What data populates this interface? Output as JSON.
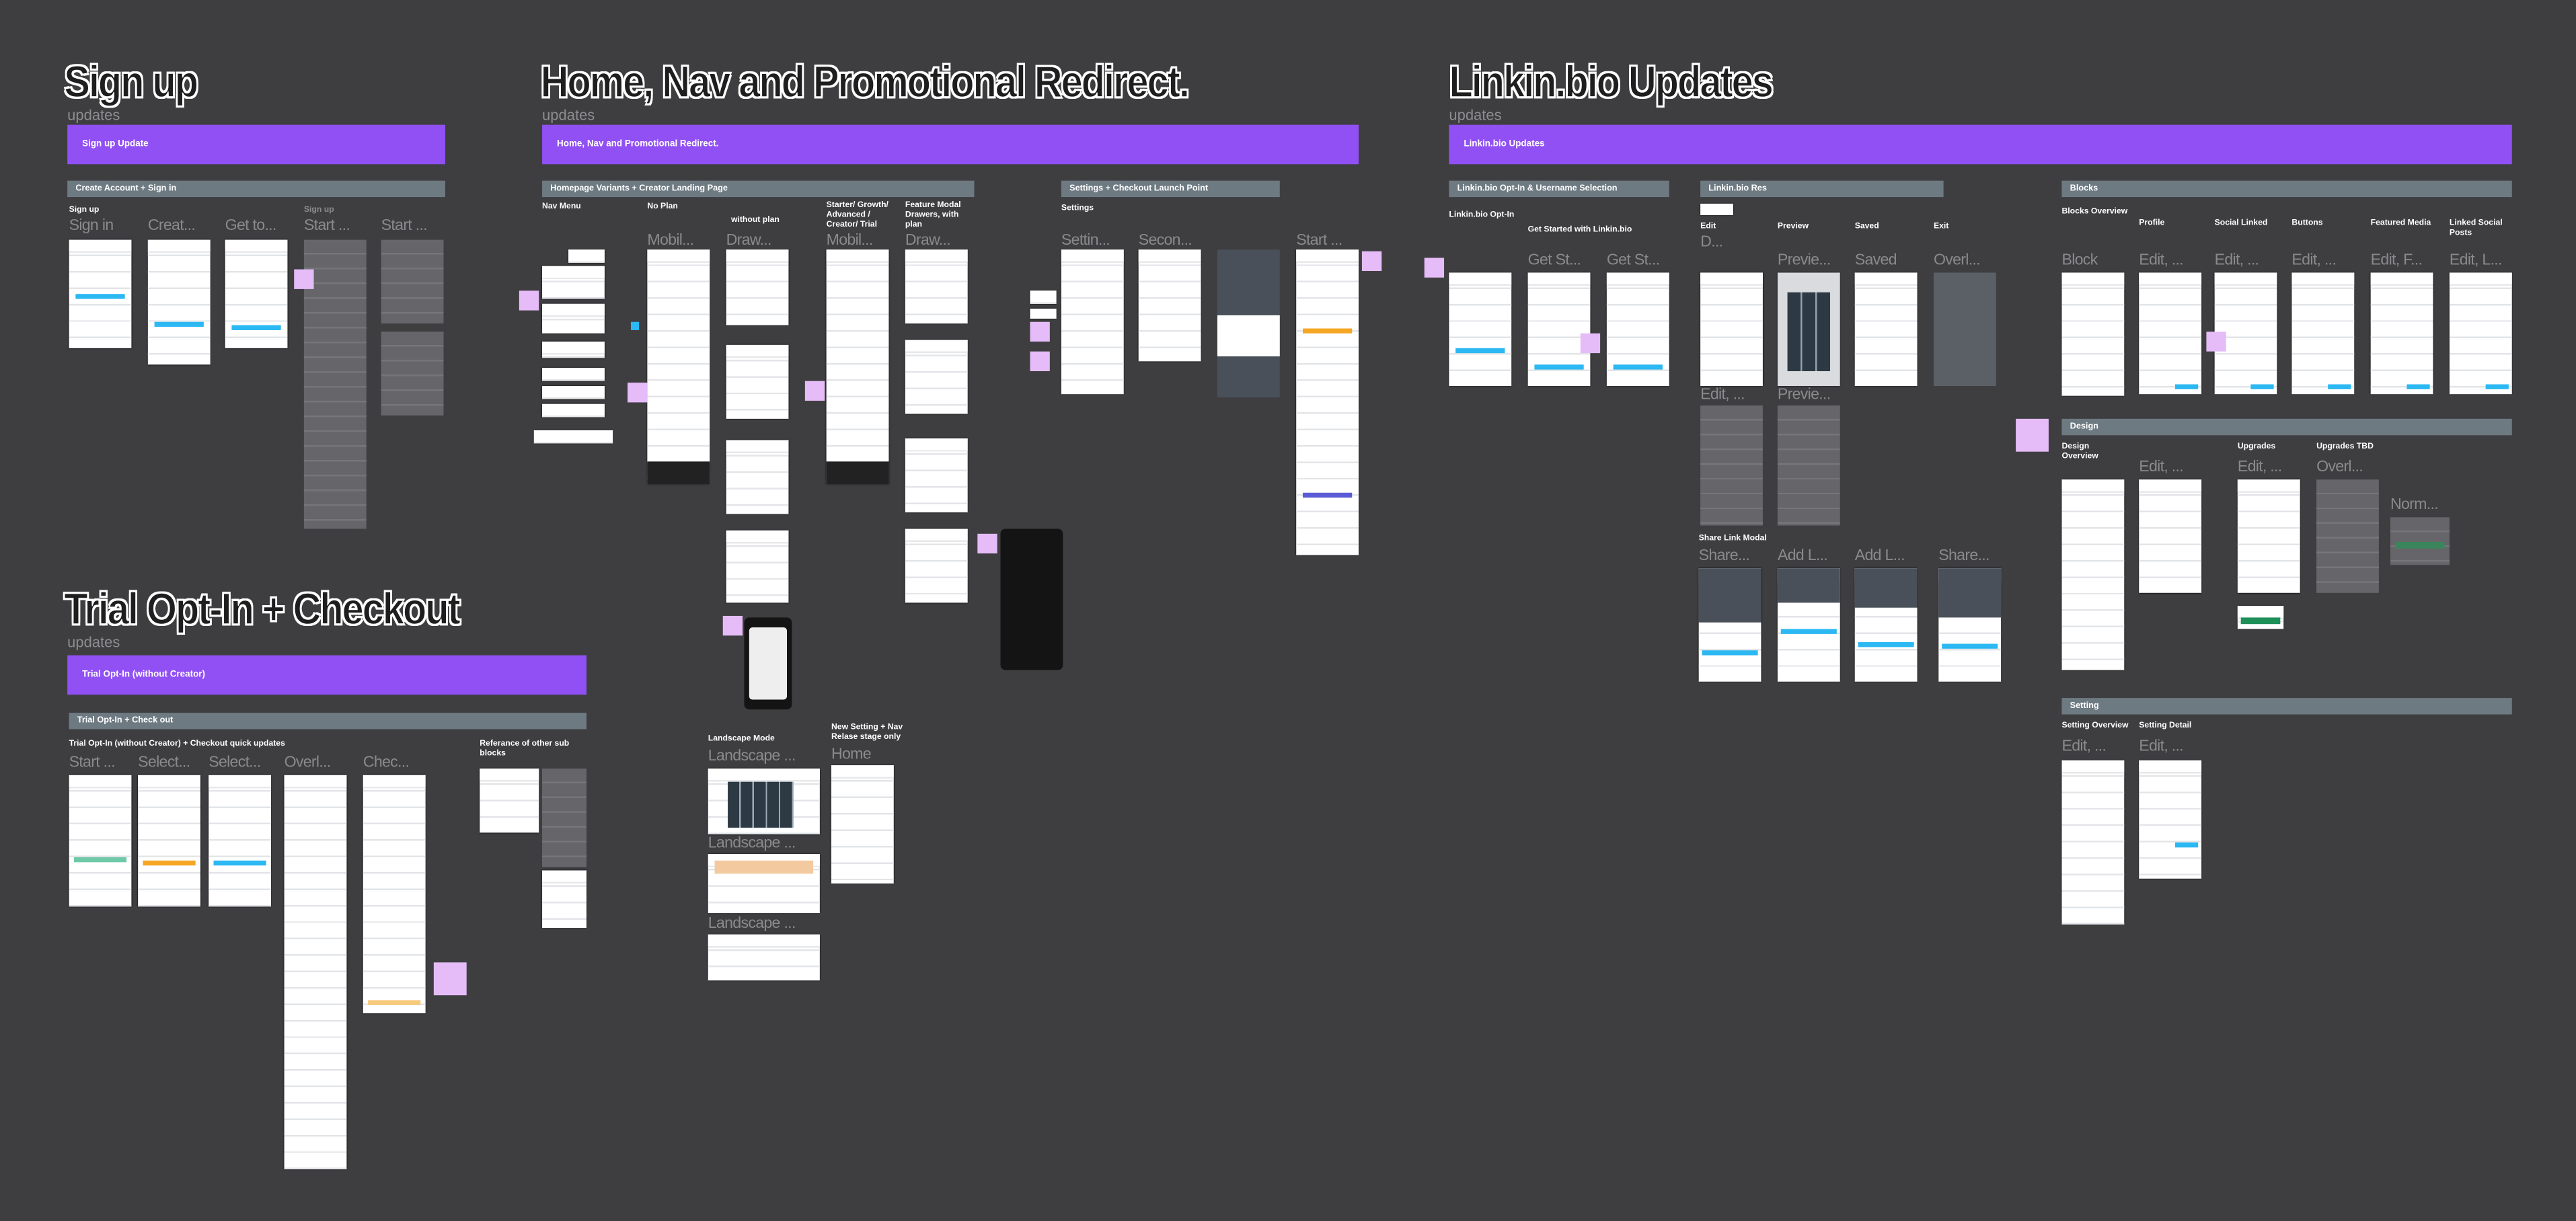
{
  "colors": {
    "canvas": "#3e3e41",
    "banner": "#9150f4",
    "group_bar": "#6e7a82",
    "sticky_note": "#e5bcf7",
    "accent": "#2bb8f3"
  },
  "signup": {
    "title": "Sign up",
    "sub": "updates",
    "banner": "Sign up Update",
    "group": "Create Account  + Sign in",
    "col_header": "Sign up",
    "faded_header": "Sign up",
    "labels": [
      "Sign in",
      "Creat...",
      "Get to...",
      "Start ...",
      "Start ..."
    ]
  },
  "home": {
    "title": "Home, Nav and Promotional Redirect.",
    "sub": "updates",
    "banner": "Home, Nav and Promotional Redirect.",
    "group": "Homepage Variants + Creator Landing Page",
    "headers": [
      "Nav Menu",
      "No Plan",
      "without plan",
      "Starter/ Growth/ Advanced / Creator/ Trial",
      "Feature Modal Drawers, with plan"
    ],
    "labels": [
      "Mobil...",
      "Draw...",
      "Mobil...",
      "Draw..."
    ],
    "settings_group": "Settings + Checkout Launch Point",
    "settings_header": "Settings",
    "settings_labels": [
      "Settin...",
      "Secon...",
      "Start ..."
    ]
  },
  "linkin": {
    "title": "Linkin.bio Updates",
    "sub": "updates",
    "banner": "Linkin.bio Updates",
    "optin_group": "Linkin.bio Opt-In & Username Selection",
    "optin_headers": [
      "Linkin.bio Opt-In",
      "Get Started with Linkin.bio"
    ],
    "optin_labels": [
      "Get St...",
      "Get St..."
    ],
    "res_group": "Linkin.bio Res",
    "res_headers": [
      "Edit",
      "Preview",
      "Saved",
      "Exit"
    ],
    "res_labels": [
      "D...",
      "Previe...",
      "Saved",
      "Overl...",
      "Edit, ...",
      "Previe..."
    ],
    "share_header": "Share Link Modal",
    "share_labels": [
      "Share...",
      "Add L...",
      "Add L...",
      "Share..."
    ],
    "blocks_group": "Blocks",
    "blocks_headers": [
      "Blocks Overview",
      "Profile",
      "Social Linked",
      "Buttons",
      "Featured Media",
      "Linked Social Posts"
    ],
    "blocks_labels": [
      "Block",
      "Edit, ...",
      "Edit, ...",
      "Edit, ...",
      "Edit, F...",
      "Edit, L..."
    ],
    "design_group": "Design",
    "design_headers": [
      "Design Overview",
      "Upgrades",
      "Upgrades TBD"
    ],
    "design_labels": [
      "Edit, ...",
      "Edit, ...",
      "Overl...",
      "Norm..."
    ],
    "setting_group": "Setting",
    "setting_headers": [
      "Setting Overview",
      "Setting Detail"
    ],
    "setting_labels": [
      "Edit, ...",
      "Edit, ..."
    ]
  },
  "trial": {
    "title": "Trial Opt-In + Checkout",
    "sub": "updates",
    "banner": "Trial Opt-In (without Creator)",
    "group": "Trial Opt-In + Check out",
    "header": "Trial Opt-In (without Creator) + Checkout quick updates",
    "labels": [
      "Start ...",
      "Select...",
      "Select...",
      "Overl...",
      "Chec..."
    ],
    "ref_header": "Referance of other sub blocks",
    "landscape_header": "Landscape Mode",
    "landscape_labels": [
      "Landscape ...",
      "Landscape ...",
      "Landscape ..."
    ],
    "newsetting_header": "New Setting + Nav Relase stage only",
    "newsetting_label": "Home"
  }
}
